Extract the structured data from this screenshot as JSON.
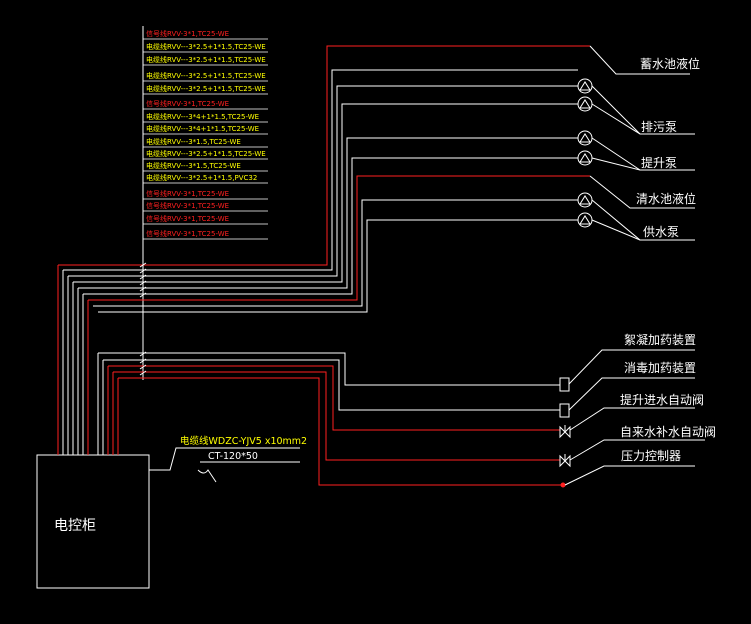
{
  "colors": {
    "signal": "#ff2020",
    "power": "#ffffff",
    "yellow": "#ffff00",
    "bg": "#000000"
  },
  "cable_labels": [
    {
      "text": "信号线RVV-3*1,TC25-WE",
      "color": "#ff2020"
    },
    {
      "text": "电缆线RVV---3*2.5+1*1.5,TC25-WE",
      "color": "#ffff00"
    },
    {
      "text": "电缆线RVV---3*2.5+1*1.5,TC25-WE",
      "color": "#ffff00"
    },
    {
      "text": "电缆线RVV---3*2.5+1*1.5,TC25-WE",
      "color": "#ffff00"
    },
    {
      "text": "电缆线RVV---3*2.5+1*1.5,TC25-WE",
      "color": "#ffff00"
    },
    {
      "text": "信号线RVV-3*1,TC25-WE",
      "color": "#ff2020"
    },
    {
      "text": "电缆线RVV---3*4+1*1.5,TC25-WE",
      "color": "#ffff00"
    },
    {
      "text": "电缆线RVV---3*4+1*1.5,TC25-WE",
      "color": "#ffff00"
    },
    {
      "text": "电缆线RVV---3*1.5,TC25-WE",
      "color": "#ffff00"
    },
    {
      "text": "电缆线RVV---3*2.5+1*1.5,TC25-WE",
      "color": "#ffff00"
    },
    {
      "text": "电缆线RVV---3*1.5,TC25-WE",
      "color": "#ffff00"
    },
    {
      "text": "电缆线RVV---3*2.5+1*1.5,PVC32",
      "color": "#ffff00"
    },
    {
      "text": "信号线RVV-3*1,TC25-WE",
      "color": "#ff2020"
    },
    {
      "text": "信号线RVV-3*1,TC25-WE",
      "color": "#ff2020"
    },
    {
      "text": "信号线RVV-3*1,TC25-WE",
      "color": "#ff2020"
    },
    {
      "text": "信号线RVV-3*1,TC25-WE",
      "color": "#ff2020"
    }
  ],
  "devices_top": [
    {
      "label": "蓄水池液位"
    },
    {
      "label": "排污泵"
    },
    {
      "label": "提升泵"
    },
    {
      "label": "清水池液位"
    },
    {
      "label": "供水泵"
    }
  ],
  "devices_bottom": [
    {
      "label": "絮凝加药装置"
    },
    {
      "label": "消毒加药装置"
    },
    {
      "label": "提升进水自动阀"
    },
    {
      "label": "自来水补水自动阀"
    },
    {
      "label": "压力控制器"
    }
  ],
  "power_cable": {
    "label": "电缆线WDZC-YJV5 x10mm2",
    "tray": "CT-120*50"
  },
  "cabinet": {
    "label": "电控柜"
  }
}
